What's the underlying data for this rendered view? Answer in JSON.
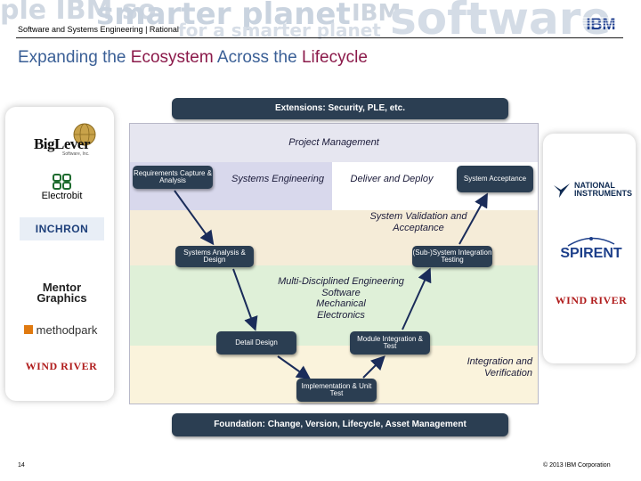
{
  "header": {
    "breadcrumb": "Software and Systems Engineering | Rational",
    "watermark_1": "smarter planet",
    "watermark_2": "software",
    "watermark_3": "for a smarter planet",
    "watermark_4": "ple IBM so",
    "watermark_5": "IBM",
    "logo_text": "IBM"
  },
  "title": {
    "part1": "Expanding the ",
    "highlight1": "Ecosystem",
    "part2": " Across the ",
    "highlight2": "Lifecycle"
  },
  "diagram": {
    "extensions": "Extensions: Security, PLE, etc.",
    "project_management": "Project Management",
    "requirements": "Requirements Capture & Analysis",
    "systems_engineering": "Systems Engineering",
    "deliver_deploy": "Deliver and Deploy",
    "system_acceptance": "System Acceptance",
    "system_validation": "System Validation and Acceptance",
    "systems_analysis": "Systems Analysis & Design",
    "subsystem_testing": "(Sub-)System Integration Testing",
    "multi_disciplined": "Multi-Disciplined Engineering",
    "software": "Software",
    "mechanical": "Mechanical",
    "electronics": "Electronics",
    "detail_design": "Detail Design",
    "module_integration": "Module Integration & Test",
    "integration_verification": "Integration and Verification",
    "implementation": "Implementation & Unit Test",
    "foundation": "Foundation: Change, Version, Lifecycle, Asset Management"
  },
  "partners_left": {
    "biglever": "BigLever",
    "biglever_sub": "Software, Inc.",
    "electrobit": "Electrobit",
    "inchron": "INCHRON",
    "mentor_1": "Mentor",
    "mentor_2": "Graphics",
    "methodpark": "methodpark",
    "windriver": "WIND RIVER"
  },
  "partners_right": {
    "ni_1": "NATIONAL",
    "ni_2": "INSTRUMENTS",
    "spirent": "SPIRENT",
    "windriver": "WIND RIVER"
  },
  "footer": {
    "page_number": "14",
    "copyright": "© 2013 IBM Corporation"
  },
  "colors": {
    "title_blue": "#3a5f96",
    "title_highlight": "#8b1a4a",
    "pill_dark": "#2b3e52",
    "wind_river_red": "#b01c1c"
  }
}
